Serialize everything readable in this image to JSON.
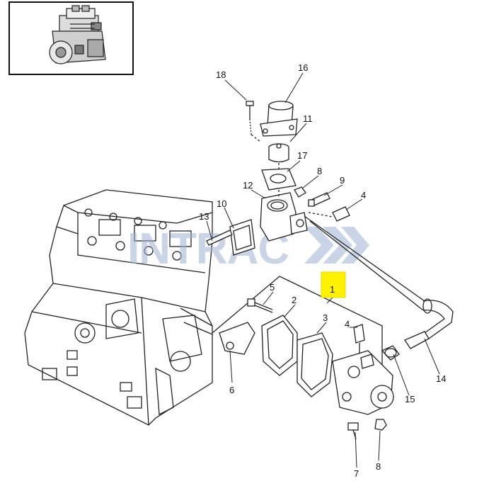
{
  "diagram": {
    "watermark": "INTRAC",
    "callouts": [
      "18",
      "16",
      "11",
      "17",
      "12",
      "8",
      "9",
      "4",
      "13",
      "10",
      "1",
      "5",
      "2",
      "3",
      "4",
      "6",
      "15",
      "14",
      "7",
      "8"
    ],
    "highlight_color": "#fff200",
    "watermark_color": "#9db3d3"
  }
}
